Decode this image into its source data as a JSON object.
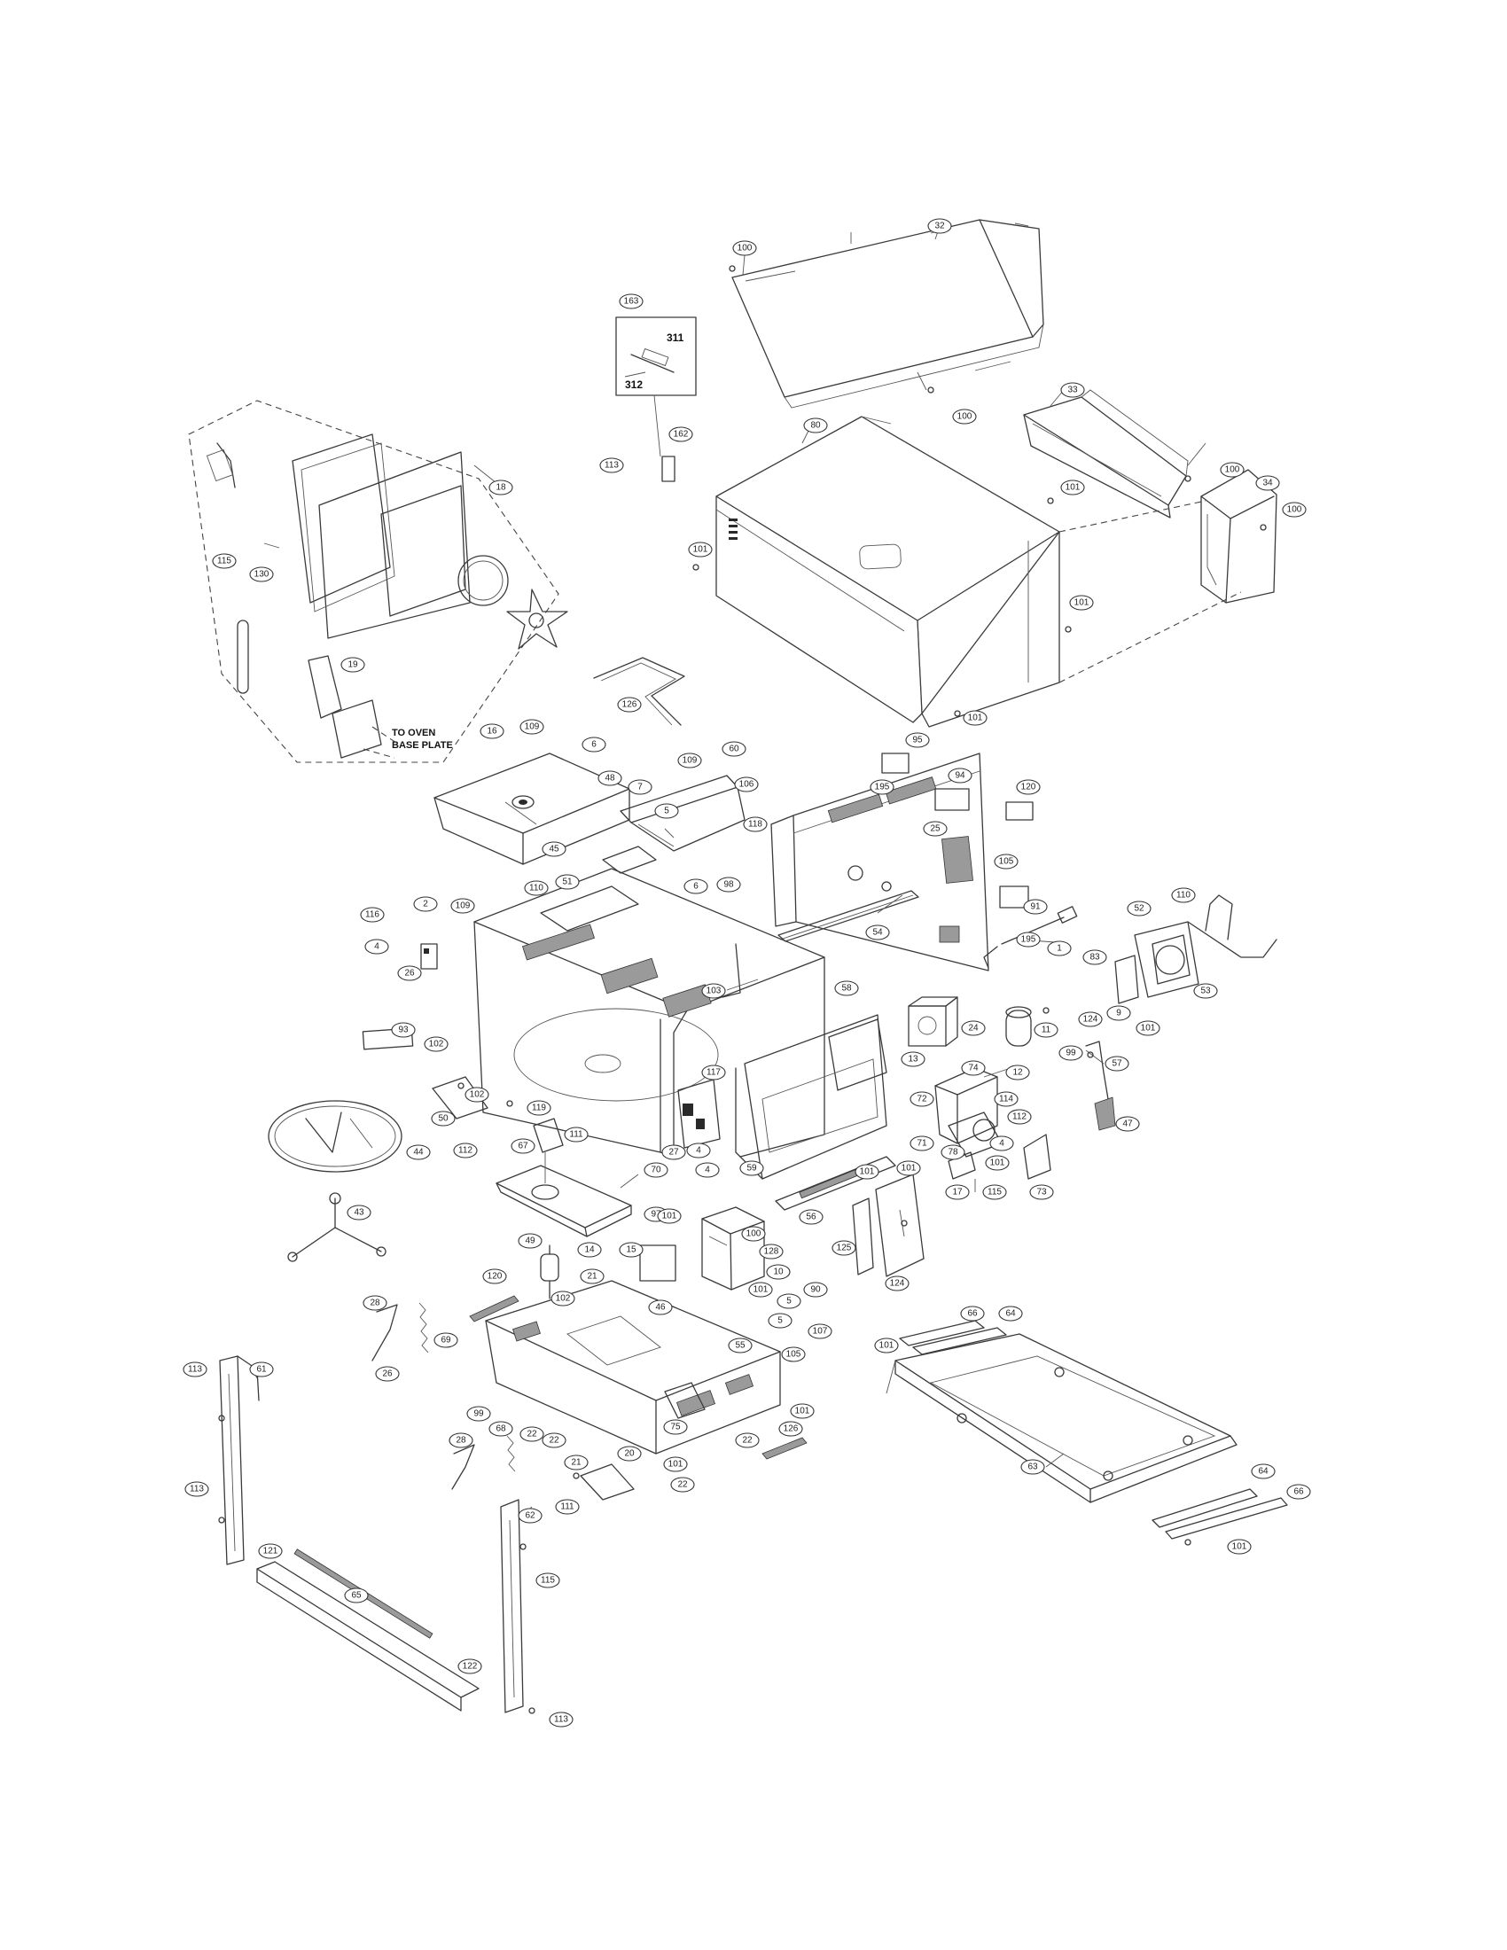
{
  "diagram": {
    "note": [
      "TO OVEN",
      "BASE PLATE"
    ],
    "inset_box_labels": [
      "311",
      "312"
    ],
    "part_labels": {
      "p163": "163",
      "p100a": "100",
      "p32": "32",
      "p100b": "100",
      "p33": "33",
      "p100c": "100",
      "p34": "34",
      "p100d": "100",
      "p162": "162",
      "p113a": "113",
      "p80": "80",
      "p101a": "101",
      "p101b": "101",
      "p101c": "101",
      "p101d": "101",
      "p18": "18",
      "p115a": "115",
      "p130": "130",
      "p19": "19",
      "p126": "126",
      "p109a": "109",
      "p16": "16",
      "p6a": "6",
      "p48": "48",
      "p109b": "109",
      "p60": "60",
      "p7": "7",
      "p5a": "5",
      "p106": "106",
      "p118": "118",
      "p95": "95",
      "p195a": "195",
      "p94": "94",
      "p120a": "120",
      "p25": "25",
      "p105": "105",
      "p91": "91",
      "p195b": "195",
      "p45": "45",
      "p51": "51",
      "p110a": "110",
      "p6b": "6",
      "p98a": "98",
      "p116": "116",
      "p2": "2",
      "p109c": "109",
      "p4a": "4",
      "p26": "26",
      "p54": "54",
      "p52": "52",
      "p110b": "110",
      "p1": "1",
      "p83": "83",
      "p53": "53",
      "p9": "9",
      "p101e": "101",
      "p93": "93",
      "p102a": "102",
      "p58": "58",
      "p103a": "103",
      "p13": "13",
      "p24": "24",
      "p11": "11",
      "p124a": "124",
      "p99a": "99",
      "p12": "12",
      "p57": "57",
      "p47": "47",
      "p74": "74",
      "p72": "72",
      "p114": "114",
      "p112a": "112",
      "p102b": "102",
      "p119": "119",
      "p117": "117",
      "p27": "27",
      "p4b": "4",
      "p4c": "4",
      "p59": "59",
      "p50": "50",
      "p112b": "112",
      "p44": "44",
      "p67": "67",
      "p111a": "111",
      "p71": "71",
      "p78": "78",
      "p4d": "4",
      "p101f": "101",
      "p17": "17",
      "p115b": "115",
      "p73": "73",
      "p70": "70",
      "p97": "97",
      "p56": "56",
      "p101g": "101",
      "p101h": "101",
      "p43": "43",
      "p101i": "101",
      "p100e": "100",
      "p125": "125",
      "p124b": "124",
      "p49": "49",
      "p14": "14",
      "p15": "15",
      "p128": "128",
      "p10": "10",
      "p120b": "120",
      "p21a": "21",
      "p102c": "102",
      "p46": "46",
      "p101j": "101",
      "p5b": "5",
      "p5c": "5",
      "p90": "90",
      "p28a": "28",
      "p69": "69",
      "p55": "55",
      "p107": "107",
      "p105b": "105",
      "p26b": "26",
      "p66a": "66",
      "p64a": "64",
      "p101k": "101",
      "p113b": "113",
      "p61": "61",
      "p99b": "99",
      "p22a": "22",
      "p101l": "101",
      "p28b": "28",
      "p68": "68",
      "p22b": "22",
      "p75": "75",
      "p22c": "22",
      "p126b": "126",
      "p63": "63",
      "p20": "20",
      "p21b": "21",
      "p101m": "101",
      "p22d": "22",
      "p64b": "64",
      "p66b": "66",
      "p113c": "113",
      "p111b": "111",
      "p121": "121",
      "p62": "62",
      "p101n": "101",
      "p115c": "115",
      "p65": "65",
      "p122": "122",
      "p113d": "113"
    }
  }
}
